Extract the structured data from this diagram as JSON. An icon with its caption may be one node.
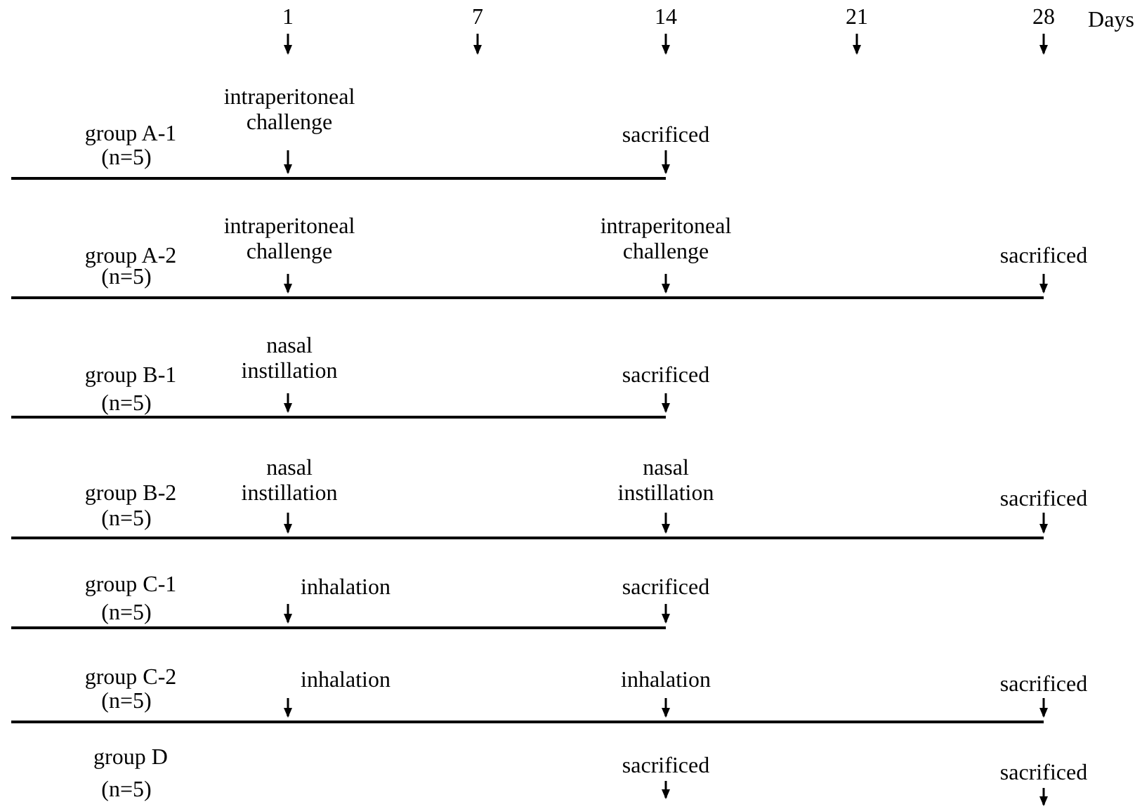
{
  "diagram": {
    "labels": [
      "1",
      "7",
      "14",
      "21",
      "28",
      "Days",
      "group A-1",
      "(n=5)",
      "intraperitoneal challenge",
      "sacrificed",
      "group A-2",
      "(n=5)",
      "intraperitoneal challenge",
      "intraperitoneal challenge",
      "sacrificed",
      "group B-1",
      "(n=5)",
      "nasal instillation",
      "sacrificed",
      "group B-2",
      "(n=5)",
      "nasal instillation",
      "nasal instillation",
      "sacrificed",
      "group C-1",
      "(n=5)",
      "inhalation",
      "sacrificed",
      "group C-2",
      "(n=5)",
      "inhalation",
      "inhalation",
      "sacrificed",
      "group D",
      "(n=5)",
      "sacrificed",
      "sacrificed"
    ]
  }
}
